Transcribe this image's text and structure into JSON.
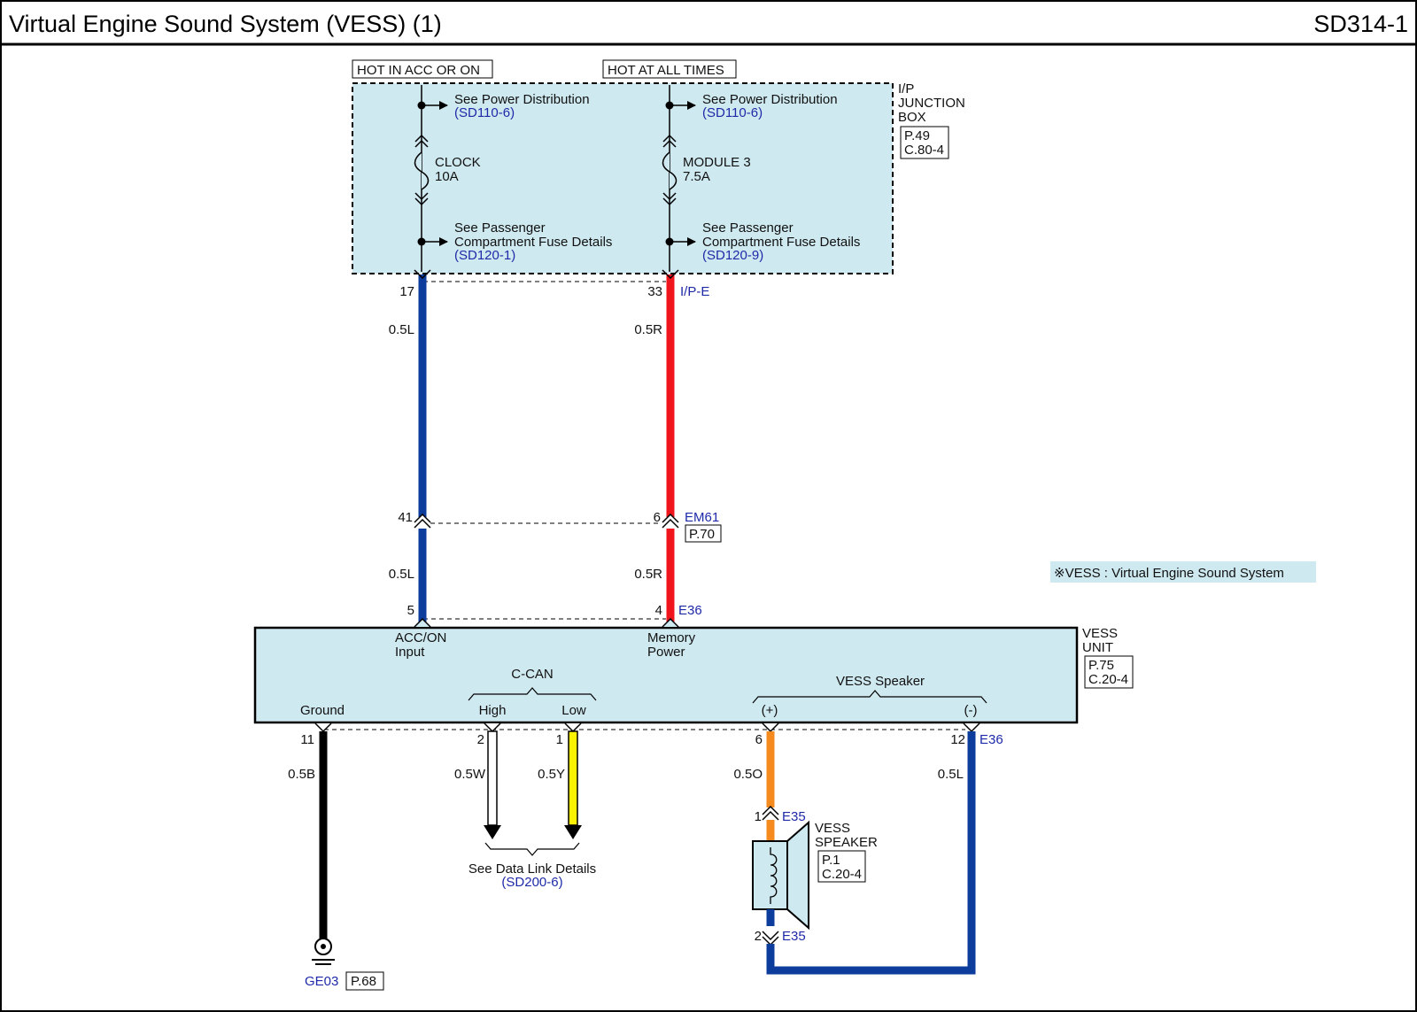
{
  "header": {
    "title": "Virtual Engine Sound System (VESS) (1)",
    "page_code": "SD314-1"
  },
  "colors": {
    "box_fill": "#cfe9f0",
    "wire_blue": "#0d3d9c",
    "wire_red": "#f0141c",
    "wire_black": "#000000",
    "wire_orange": "#f58a1f",
    "wire_yellow": "#fdf200",
    "wire_white": "#ffffff",
    "ref_text": "#1f2aa8"
  },
  "power_labels": {
    "left": "HOT IN ACC OR ON",
    "right": "HOT AT ALL TIMES"
  },
  "junction_box": {
    "name_line1": "I/P",
    "name_line2": "JUNCTION",
    "name_line3": "BOX",
    "page_ref": "P.49",
    "connector_ref": "C.80-4",
    "left_circuit": {
      "power_dist_label": "See Power Distribution",
      "power_dist_ref": "(SD110-6)",
      "fuse_name": "CLOCK",
      "fuse_rating": "10A",
      "fuse_detail_line1": "See Passenger",
      "fuse_detail_line2": "Compartment Fuse Details",
      "fuse_detail_ref": "(SD120-1)"
    },
    "right_circuit": {
      "power_dist_label": "See Power Distribution",
      "power_dist_ref": "(SD110-6)",
      "fuse_name": "MODULE 3",
      "fuse_rating": "7.5A",
      "fuse_detail_line1": "See Passenger",
      "fuse_detail_line2": "Compartment Fuse Details",
      "fuse_detail_ref": "(SD120-9)"
    }
  },
  "connectors": {
    "ipe": {
      "name": "I/P-E",
      "pin_left": "17",
      "pin_right": "33"
    },
    "em61": {
      "name": "EM61",
      "page_ref": "P.70",
      "pin_left": "41",
      "pin_right": "6"
    },
    "e36_top": {
      "name": "E36",
      "pin_left": "5",
      "pin_right": "4"
    },
    "e36_bottom": {
      "name": "E36",
      "pin_ground": "11",
      "pin_high": "2",
      "pin_low": "1",
      "pin_spk_pos": "6",
      "pin_spk_neg": "12"
    },
    "e35_top": {
      "name": "E35",
      "pin": "1"
    },
    "e35_bottom": {
      "name": "E35",
      "pin": "2"
    }
  },
  "wires": {
    "left_upper": "0.5L",
    "right_upper": "0.5R",
    "left_lower": "0.5L",
    "right_lower": "0.5R",
    "ground": "0.5B",
    "can_high": "0.5W",
    "can_low": "0.5Y",
    "spk_pos": "0.5O",
    "spk_neg": "0.5L"
  },
  "legend_note": "※VESS : Virtual Engine Sound System",
  "vess_unit": {
    "name_line1": "VESS",
    "name_line2": "UNIT",
    "page_ref": "P.75",
    "connector_ref": "C.20-4",
    "acc_line1": "ACC/ON",
    "acc_line2": "Input",
    "mem_line1": "Memory",
    "mem_line2": "Power",
    "ccan": "C-CAN",
    "ground": "Ground",
    "high": "High",
    "low": "Low",
    "speaker_group": "VESS Speaker",
    "pos": "(+)",
    "neg": "(-)"
  },
  "data_link": {
    "label": "See Data Link Details",
    "ref": "(SD200-6)"
  },
  "ground_point": {
    "name": "GE03",
    "page_ref": "P.68"
  },
  "speaker": {
    "name_line1": "VESS",
    "name_line2": "SPEAKER",
    "page_ref": "P.1",
    "connector_ref": "C.20-4"
  }
}
